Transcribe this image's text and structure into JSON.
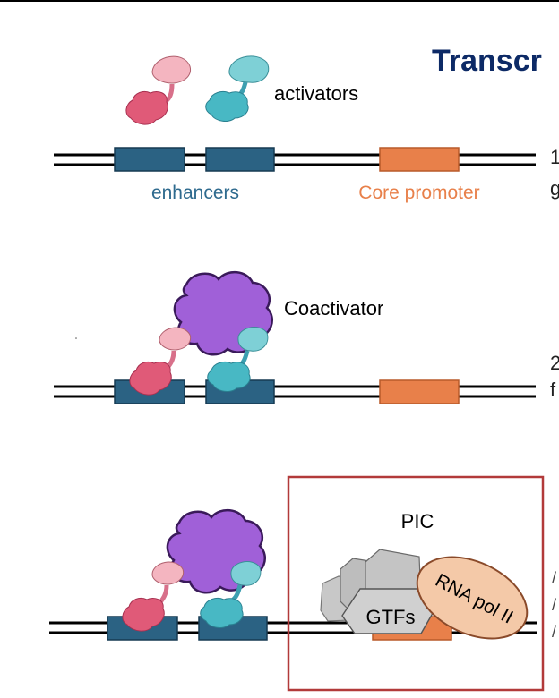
{
  "title": "Transcr",
  "labels": {
    "activators": "activators",
    "enhancers": "enhancers",
    "core_promoter": "Core promoter",
    "coactivator": "Coactivator",
    "pic": "PIC",
    "gtfs": "GTFs",
    "rna_pol": "RNA pol II"
  },
  "side_text": {
    "step1_line1": "1",
    "step1_line2": "g",
    "step2_line1": "2",
    "step2_line2": "f"
  },
  "colors": {
    "title": "#0d2a66",
    "enhancer_box": "#2b6283",
    "enhancer_text": "#2e6a8e",
    "promoter_box": "#e8804a",
    "promoter_text": "#e8804a",
    "activator_pink": "#e05a78",
    "activator_pink_light": "#f4b5c0",
    "activator_teal": "#48b8c4",
    "activator_teal_light": "#7ed0d6",
    "coactivator": "#a060d8",
    "pic_frame": "#b23a3a",
    "pol_ii": "#f4c9a8",
    "gtf_gray": "#c8c8c8"
  }
}
